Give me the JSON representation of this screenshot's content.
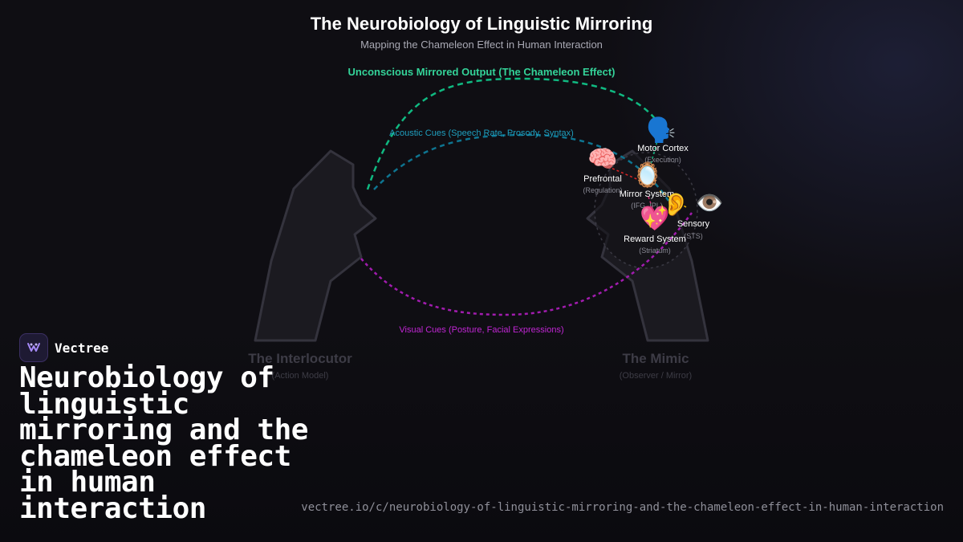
{
  "header": {
    "title": "The Neurobiology of Linguistic Mirroring",
    "subtitle": "Mapping the Chameleon Effect in Human Interaction"
  },
  "diagram": {
    "loops": {
      "output": {
        "label": "Unconscious Mirrored Output (The Chameleon Effect)",
        "color": "#10b981"
      },
      "acoustic": {
        "label": "Acoustic Cues (Speech Rate, Prosody, Syntax)",
        "color": "#0e7490"
      },
      "visual": {
        "label": "Visual Cues (Posture, Facial Expressions)",
        "color": "#a21caf"
      }
    },
    "figures": {
      "interlocutor": {
        "title": "The Interlocutor",
        "subtitle": "(Action Model)"
      },
      "mimic": {
        "title": "The Mimic",
        "subtitle": "(Observer / Mirror)"
      }
    },
    "nodes": {
      "motor": {
        "icon": "speaking-head-icon",
        "glyph": "🗣️",
        "title": "Motor Cortex",
        "subtitle": "(Execution)"
      },
      "prefrontal": {
        "icon": "brain-icon",
        "glyph": "🧠",
        "title": "Prefrontal",
        "subtitle": "(Regulation)"
      },
      "mirror": {
        "icon": "mirror-icon",
        "glyph": "🪞",
        "title": "Mirror System",
        "subtitle": "(IFG, IPL)"
      },
      "sensory": {
        "icon": "eye-ear-icon",
        "glyph_ear": "👂",
        "glyph_eye": "👁️",
        "title": "Sensory",
        "subtitle": "(STS)"
      },
      "reward": {
        "icon": "sparkling-heart-icon",
        "glyph": "💖",
        "title": "Reward System",
        "subtitle": "(Striatum)"
      }
    }
  },
  "brand": {
    "name": "Vectree",
    "accent": "#8b5cf6"
  },
  "headline": "Neurobiology of linguistic mirroring and the chameleon effect in human interaction",
  "url": "vectree.io/c/neurobiology-of-linguistic-mirroring-and-the-chameleon-effect-in-human-interaction"
}
